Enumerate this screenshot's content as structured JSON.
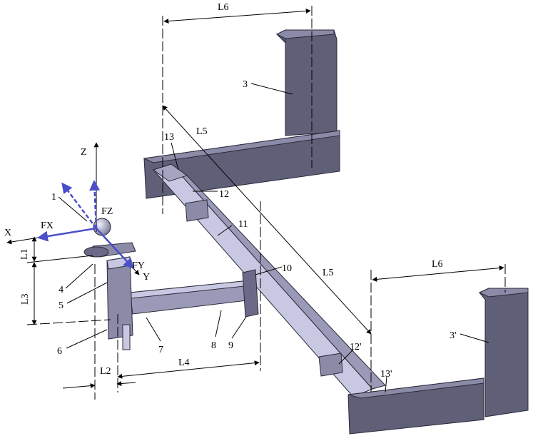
{
  "labels": {
    "L6_top": "L6",
    "L6_right": "L6",
    "L5_top": "L5",
    "L5_right": "L5",
    "L4": "L4",
    "L3": "L3",
    "L2": "L2",
    "L1": "L1",
    "Z": "Z",
    "X": "X",
    "Y": "Y",
    "FZ": "FZ",
    "FX": "FX",
    "FY": "FY",
    "p1": "1",
    "p3": "3",
    "p3b": "3'",
    "p4": "4",
    "p5": "5",
    "p6": "6",
    "p7": "7",
    "p8": "8",
    "p9": "9",
    "p10": "10",
    "p11": "11",
    "p12": "12",
    "p12b": "12'",
    "p13": "13",
    "p13b": "13'"
  },
  "colors": {
    "metal_dark": "#5f5f78",
    "metal_mid": "#8b8ba8",
    "metal_light": "#c8c8e2",
    "force_arrow": "#4a4ec8"
  }
}
